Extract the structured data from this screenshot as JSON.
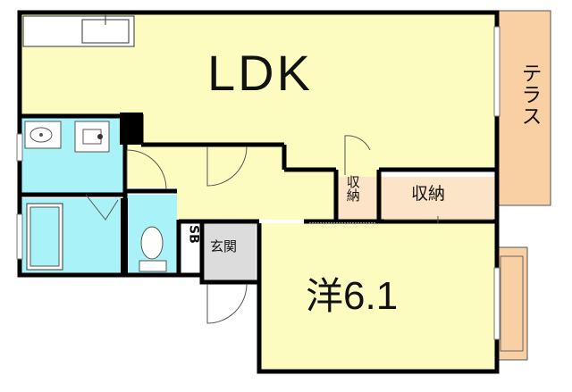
{
  "rooms": {
    "ldk": "LDK",
    "western_room_prefix": "洋",
    "western_room_size": "6.1",
    "terrace": "テラス",
    "storage_large": "収納",
    "storage_small": "収納",
    "shoe_box": "SB",
    "entrance": "玄関"
  },
  "colors": {
    "wall": "#000000",
    "room_fill": "#fcfcc0",
    "wet_area_fill": "#a9f2f8",
    "storage_fill": "#fce4c8",
    "terrace_fill": "#f9cfa4",
    "entrance_fill": "#dcdcdc",
    "fixture_stroke": "#555555"
  }
}
